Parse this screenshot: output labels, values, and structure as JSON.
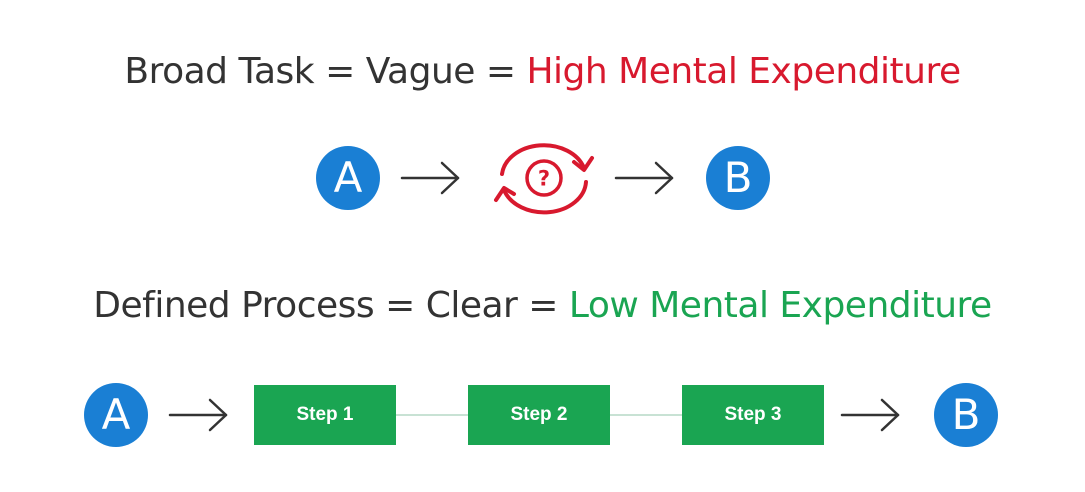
{
  "colors": {
    "high": "#d8192e",
    "low": "#1aa552",
    "circle": "#1a7fd4",
    "text": "#333333"
  },
  "broad": {
    "prefix": "Broad Task = Vague = ",
    "highlight": "High Mental Expenditure",
    "start": "A",
    "end": "B",
    "cycle_icon": "refresh-question-icon"
  },
  "defined": {
    "prefix": "Defined Process = Clear = ",
    "highlight": "Low Mental Expenditure",
    "start": "A",
    "end": "B",
    "steps": [
      "Step 1",
      "Step 2",
      "Step 3"
    ]
  }
}
